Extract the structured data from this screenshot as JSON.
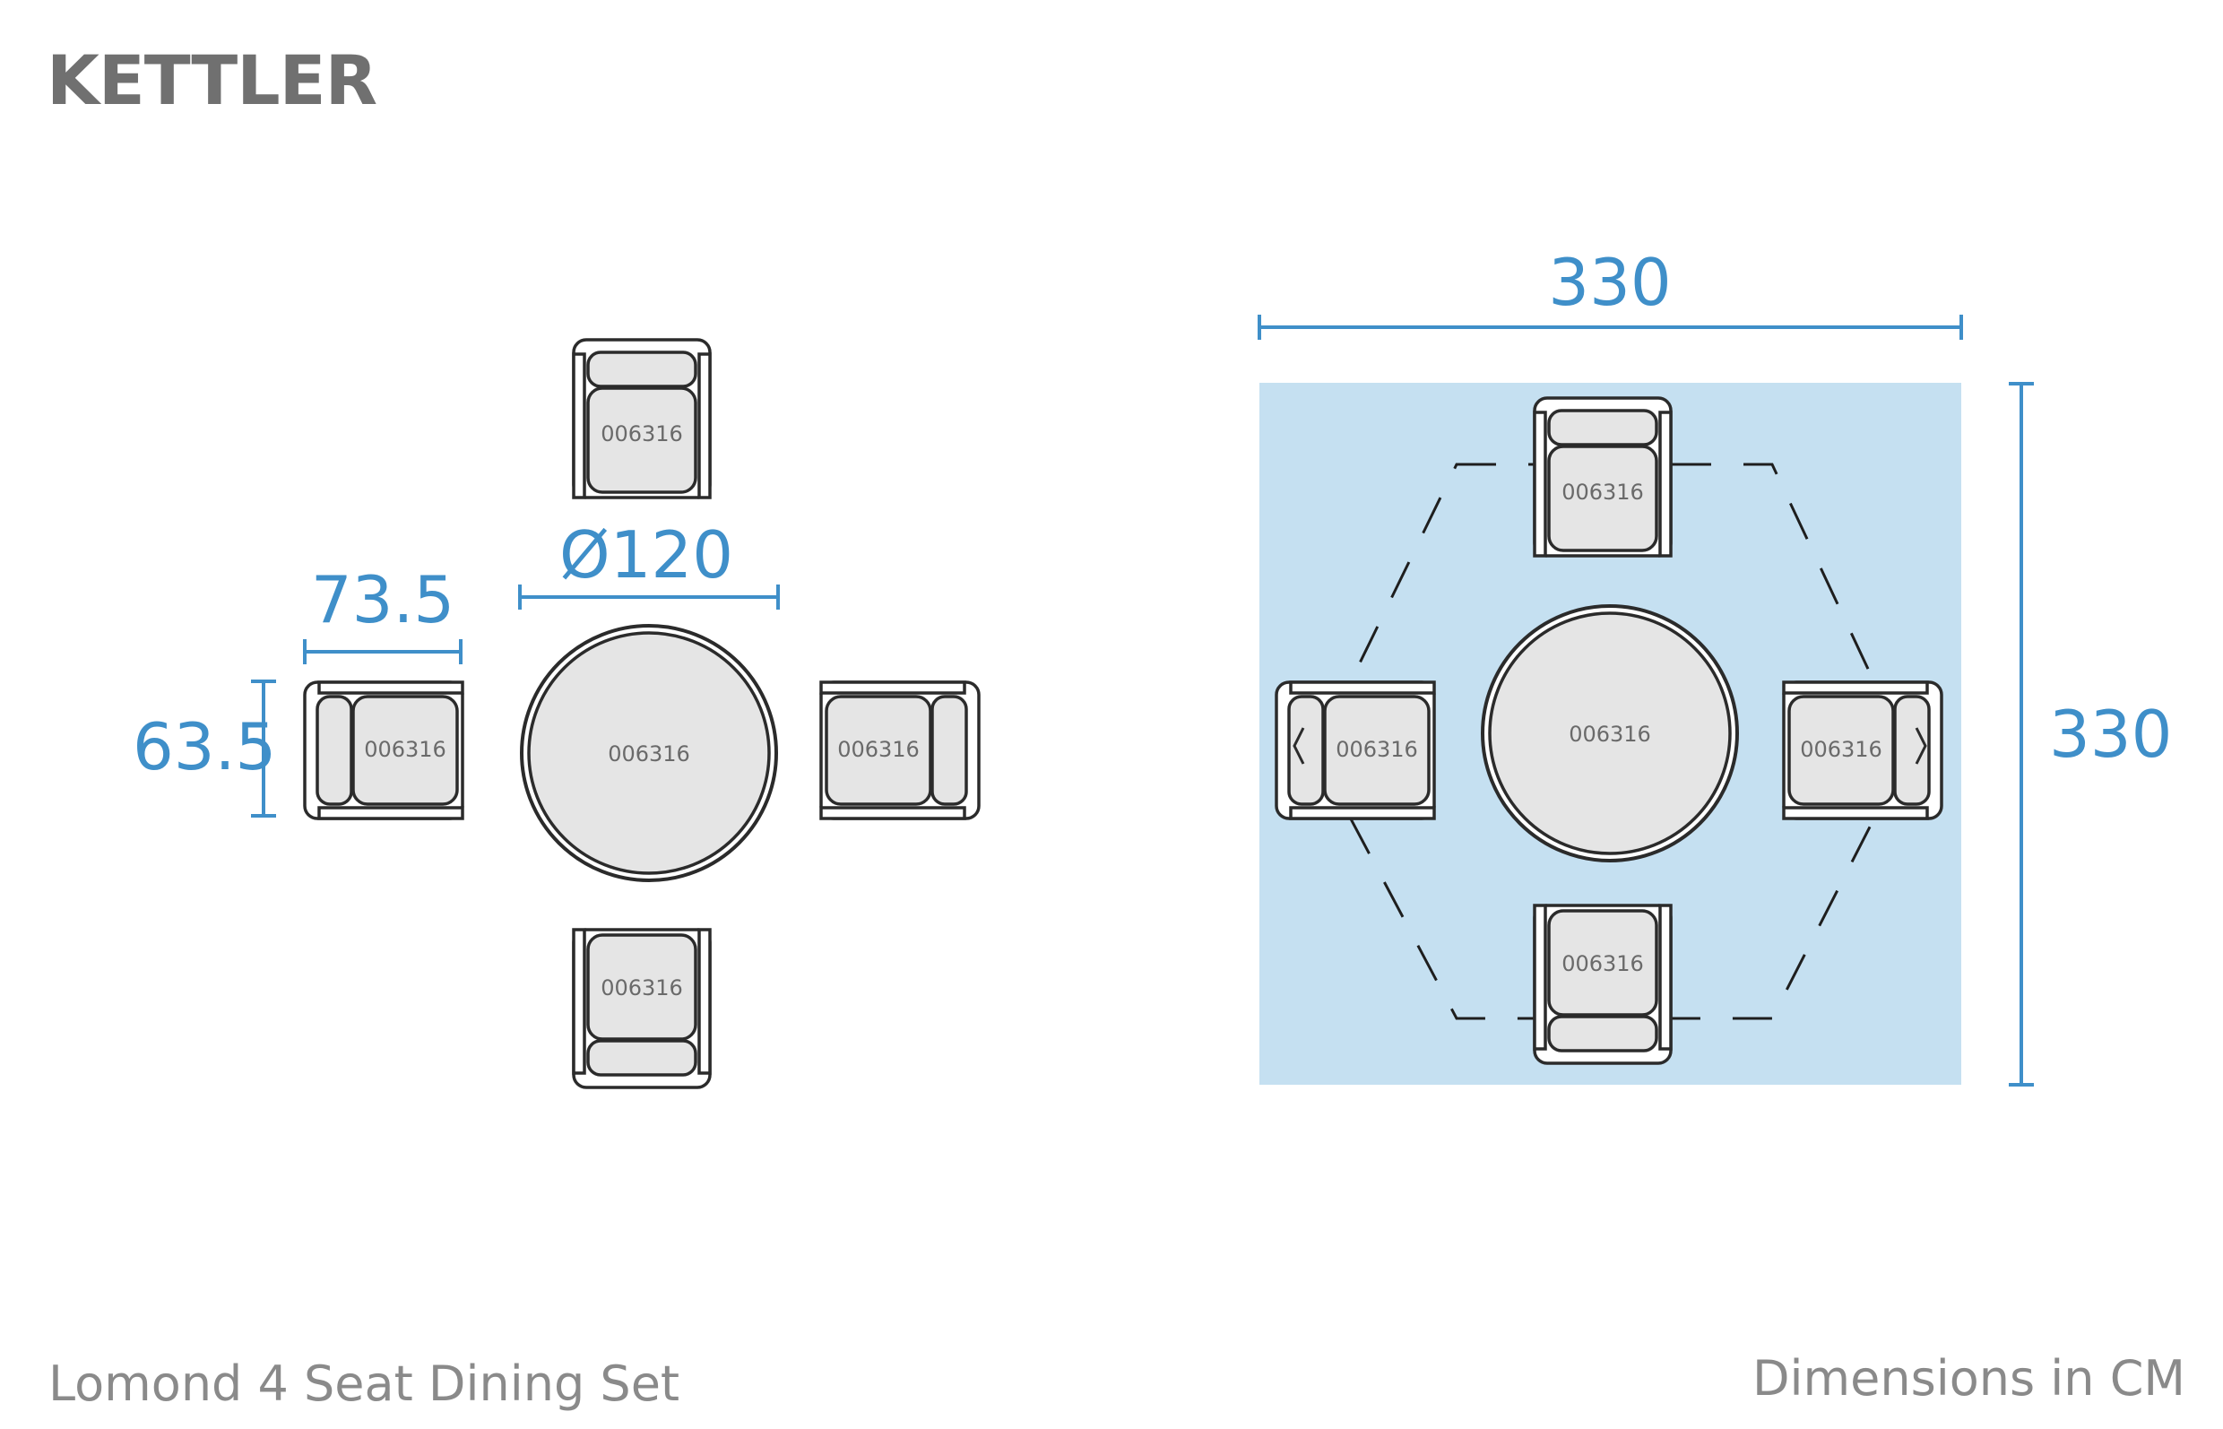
{
  "brand": {
    "logo_text": "KETTLER"
  },
  "product": {
    "name": "Lomond 4 Seat Dining Set"
  },
  "note": {
    "units": "Dimensions in CM"
  },
  "item_code": "006316",
  "left_view": {
    "chair_width": "73.5",
    "chair_depth": "63.5",
    "table_diameter": "Ø120"
  },
  "right_view": {
    "footprint_width": "330",
    "footprint_depth": "330"
  },
  "colors": {
    "dimension": "#3f8fc9",
    "zone": "#c5e0f1",
    "cushion": "#e5e5e5",
    "outline": "#2b2b2b"
  }
}
